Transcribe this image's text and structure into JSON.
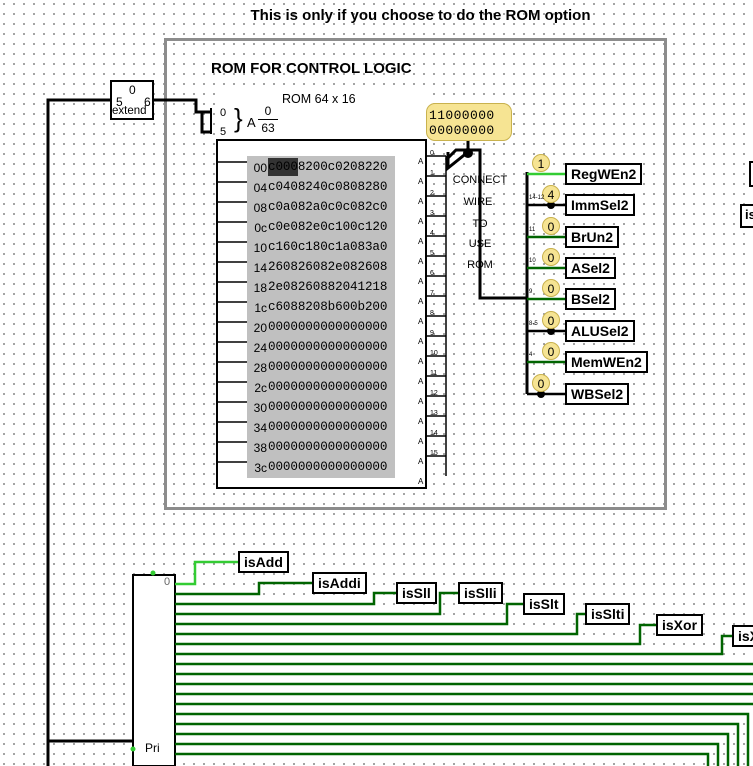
{
  "page_title": "This is only if you choose to do the ROM option",
  "rom_section": {
    "title": "ROM FOR CONTROL LOGIC",
    "rom_label": "ROM 64 x 16",
    "addr_bits_top": "0",
    "addr_bits_bottom": "5",
    "addr_A": "A",
    "addr_fraction_top": "0",
    "addr_fraction_bottom": "63",
    "addresses": [
      "00",
      "04",
      "08",
      "0c",
      "10",
      "14",
      "18",
      "1c",
      "20",
      "24",
      "28",
      "2c",
      "30",
      "34",
      "38",
      "3c"
    ],
    "rows": [
      "c0008200c0208220",
      "c0408240c0808280",
      "c0a082a0c0c082c0",
      "c0e082e0c100c120",
      "c160c180c1a083a0",
      "260826082e082608",
      "2e08260882041218",
      "c6088208b600b200",
      "0000000000000000",
      "0000000000000000",
      "0000000000000000",
      "0000000000000000",
      "0000000000000000",
      "0000000000000000",
      "0000000000000000",
      "0000000000000000"
    ],
    "output_pin_label": "A",
    "output_indices": [
      "0",
      "1",
      "2",
      "3",
      "4",
      "5",
      "6",
      "7",
      "8",
      "9",
      "10",
      "11",
      "12",
      "13",
      "14",
      "15"
    ],
    "output_value_line1": "11000000",
    "output_value_line2": "00000000",
    "connect_text": [
      "CONNECT",
      "WIRE",
      "TO",
      "USE",
      "ROM"
    ]
  },
  "extender": {
    "top": "0",
    "left": "5",
    "right": "6",
    "label": "extend"
  },
  "control_outputs": [
    {
      "name": "RegWEn2",
      "value": "1",
      "bits": ""
    },
    {
      "name": "ImmSel2",
      "value": "4",
      "bits": "14-12"
    },
    {
      "name": "BrUn2",
      "value": "0",
      "bits": "11"
    },
    {
      "name": "ASel2",
      "value": "0",
      "bits": "10"
    },
    {
      "name": "BSel2",
      "value": "0",
      "bits": "9"
    },
    {
      "name": "ALUSel2",
      "value": "0",
      "bits": "8-5"
    },
    {
      "name": "MemWEn2",
      "value": "0",
      "bits": "4"
    },
    {
      "name": "WBSel2",
      "value": "0",
      "bits": ""
    }
  ],
  "decoder_tunnels": [
    "isAdd",
    "isAddi",
    "isSll",
    "isSlli",
    "isSlt",
    "isSlti",
    "isXor",
    "isX"
  ],
  "right_edge_tunnel": "is",
  "priority_encoder": {
    "label": "Pri",
    "pin0": "0"
  },
  "colors": {
    "wire_high": "#33cc33",
    "wire_low": "#006400",
    "wire_bus": "#000000",
    "probe": "#f6e493",
    "rom_grid": "#c0c0c0",
    "frame": "#8c8c8c"
  }
}
